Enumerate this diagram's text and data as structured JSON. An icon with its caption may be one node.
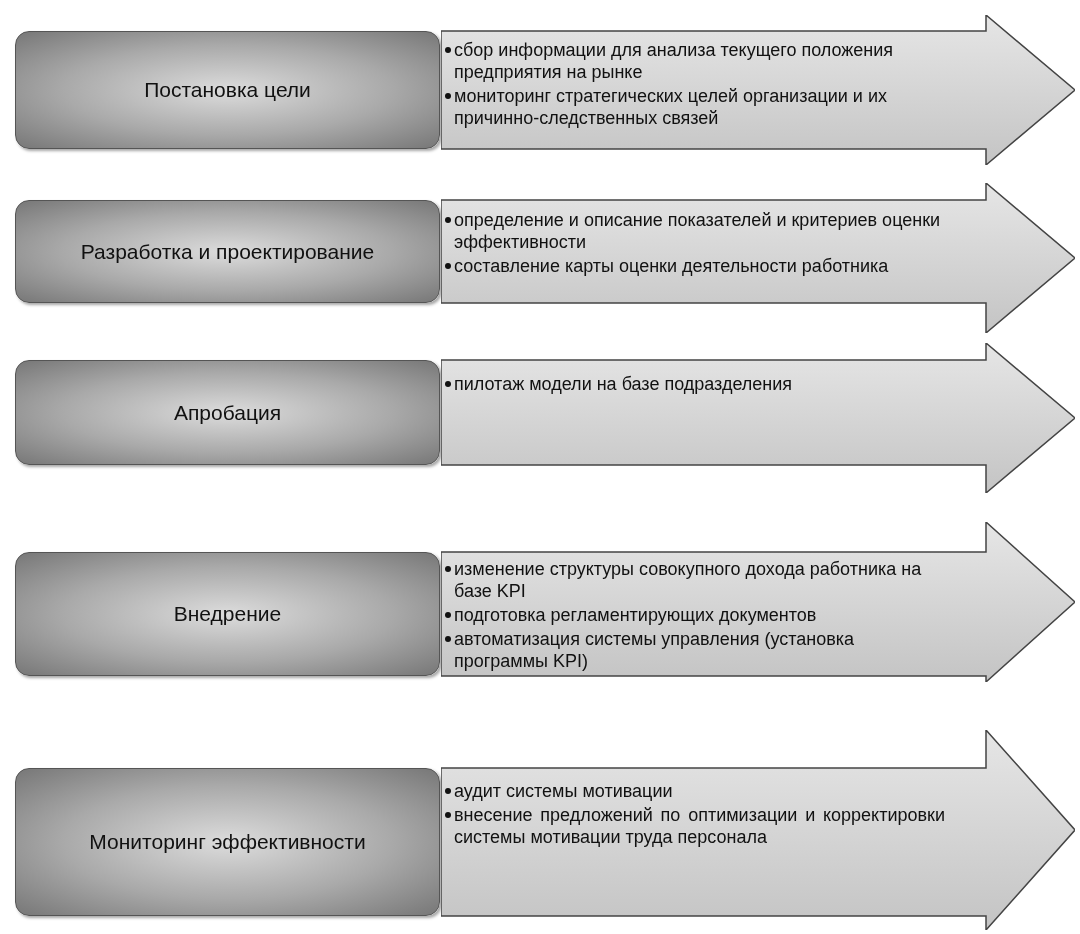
{
  "diagram": {
    "nodes": [
      {
        "text": [
          "Постановка цели"
        ]
      },
      {
        "text": [
          "сбор информации для анализа текущего положения предприятия на рынке",
          "мониторинг стратегических целей организации и их причинно-следственных связей"
        ]
      },
      {
        "text": [
          "Разработка и проектирование"
        ]
      },
      {
        "text": [
          "определение и описание показателей и критериев оценки эффективности",
          "составление карты оценки деятельности работника"
        ]
      },
      {
        "text": [
          "Апробация"
        ]
      },
      {
        "text": [
          "пилотаж модели на базе подразделения"
        ]
      },
      {
        "text": [
          "Внедрение"
        ]
      },
      {
        "text": [
          "изменение структуры совокупного дохода работника на базе KPI",
          "подготовка регламентирующих документов",
          "автоматизация системы управления (установка программы KPI)"
        ]
      },
      {
        "text": [
          "Мониторинг эффективности"
        ]
      },
      {
        "text": [
          "аудит системы мотивации",
          "внесение предложений по оптимизации и корректировки системы мотивации труда персонала"
        ]
      }
    ]
  }
}
